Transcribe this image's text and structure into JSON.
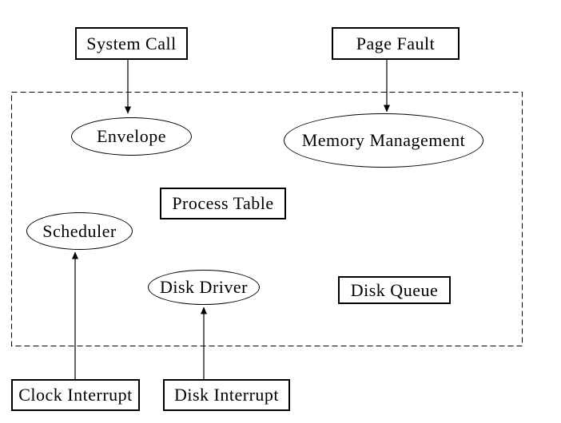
{
  "diagram": {
    "description": "Operating system kernel message-flow diagram",
    "colors": {
      "stroke": "#000000",
      "background": "#ffffff",
      "text": "#000000"
    },
    "frame": {
      "style": "dashed",
      "role": "kernel boundary"
    },
    "nodes": {
      "system_call": {
        "label": "System Call",
        "shape": "rect",
        "inside_frame": false
      },
      "page_fault": {
        "label": "Page Fault",
        "shape": "rect",
        "inside_frame": false
      },
      "envelope": {
        "label": "Envelope",
        "shape": "ellipse",
        "inside_frame": true
      },
      "memory_mgmt": {
        "label": "Memory Management",
        "shape": "ellipse",
        "inside_frame": true
      },
      "process_table": {
        "label": "Process Table",
        "shape": "rect",
        "inside_frame": true
      },
      "scheduler": {
        "label": "Scheduler",
        "shape": "ellipse",
        "inside_frame": true
      },
      "disk_driver": {
        "label": "Disk Driver",
        "shape": "ellipse",
        "inside_frame": true
      },
      "disk_queue": {
        "label": "Disk Queue",
        "shape": "rect",
        "inside_frame": true
      },
      "clock_interrupt": {
        "label": "Clock Interrupt",
        "shape": "rect",
        "inside_frame": false
      },
      "disk_interrupt": {
        "label": "Disk Interrupt",
        "shape": "rect",
        "inside_frame": false
      }
    },
    "edges": [
      {
        "from": "System Call",
        "to": "Envelope",
        "arrow": "down"
      },
      {
        "from": "Page Fault",
        "to": "Memory Management",
        "arrow": "down"
      },
      {
        "from": "Clock Interrupt",
        "to": "Scheduler",
        "arrow": "up"
      },
      {
        "from": "Disk Interrupt",
        "to": "Disk Driver",
        "arrow": "up"
      }
    ]
  }
}
